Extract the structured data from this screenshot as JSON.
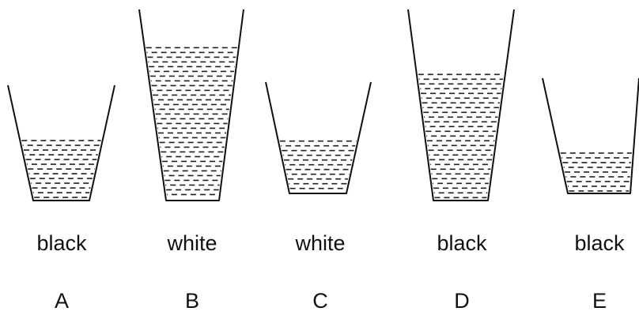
{
  "cups": [
    {
      "id": "A",
      "color_label": "black",
      "letter": "A",
      "fill_fraction": 0.52
    },
    {
      "id": "B",
      "color_label": "white",
      "letter": "B",
      "fill_fraction": 0.8
    },
    {
      "id": "C",
      "color_label": "white",
      "letter": "C",
      "fill_fraction": 0.47
    },
    {
      "id": "D",
      "color_label": "black",
      "letter": "D",
      "fill_fraction": 0.66
    },
    {
      "id": "E",
      "color_label": "black",
      "letter": "E",
      "fill_fraction": 0.35
    }
  ],
  "colors": {
    "ink": "#111111",
    "background": "#ffffff"
  }
}
